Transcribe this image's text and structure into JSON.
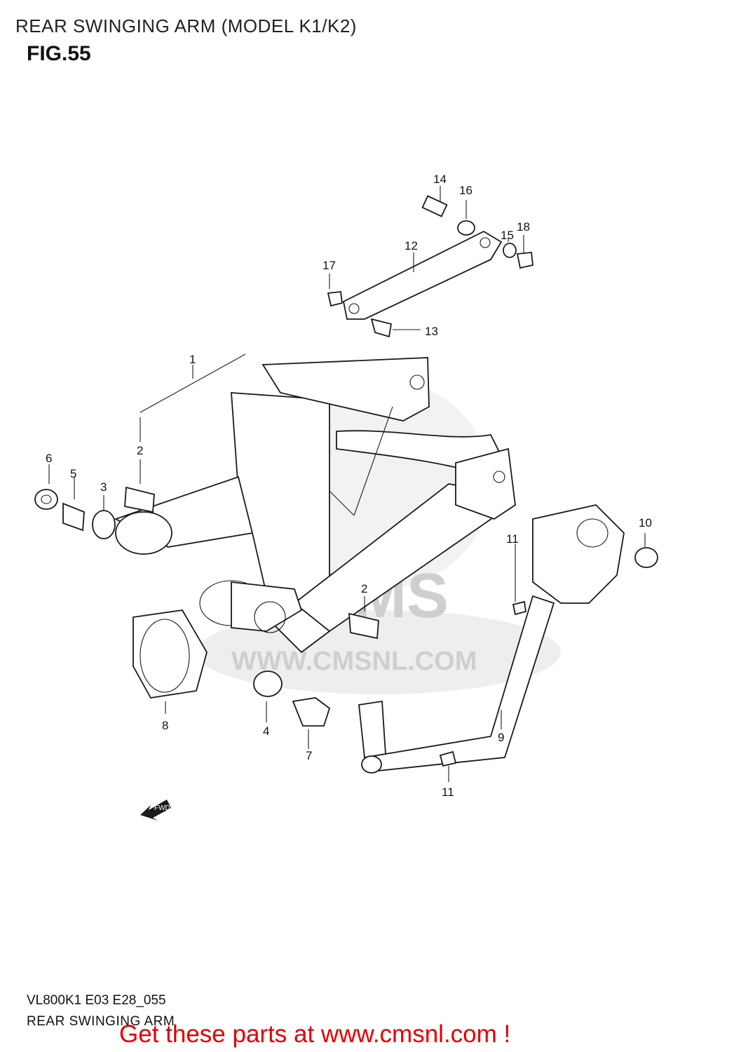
{
  "header": {
    "title": "REAR SWINGING ARM (MODEL K1/K2)",
    "figure": "FIG.55"
  },
  "diagram": {
    "callouts": [
      "1",
      "2",
      "3",
      "4",
      "5",
      "6",
      "7",
      "8",
      "9",
      "10",
      "11",
      "12",
      "13",
      "14",
      "15",
      "16",
      "17",
      "18",
      "2",
      "11"
    ],
    "watermark_text": "CMS",
    "watermark_url": "WWW.CMSNL.COM",
    "fwd_label": "FWD"
  },
  "footer": {
    "code": "VL800K1 E03 E28_055",
    "name": "REAR SWINGING ARM",
    "promo": "Get these parts at www.cmsnl.com !"
  }
}
